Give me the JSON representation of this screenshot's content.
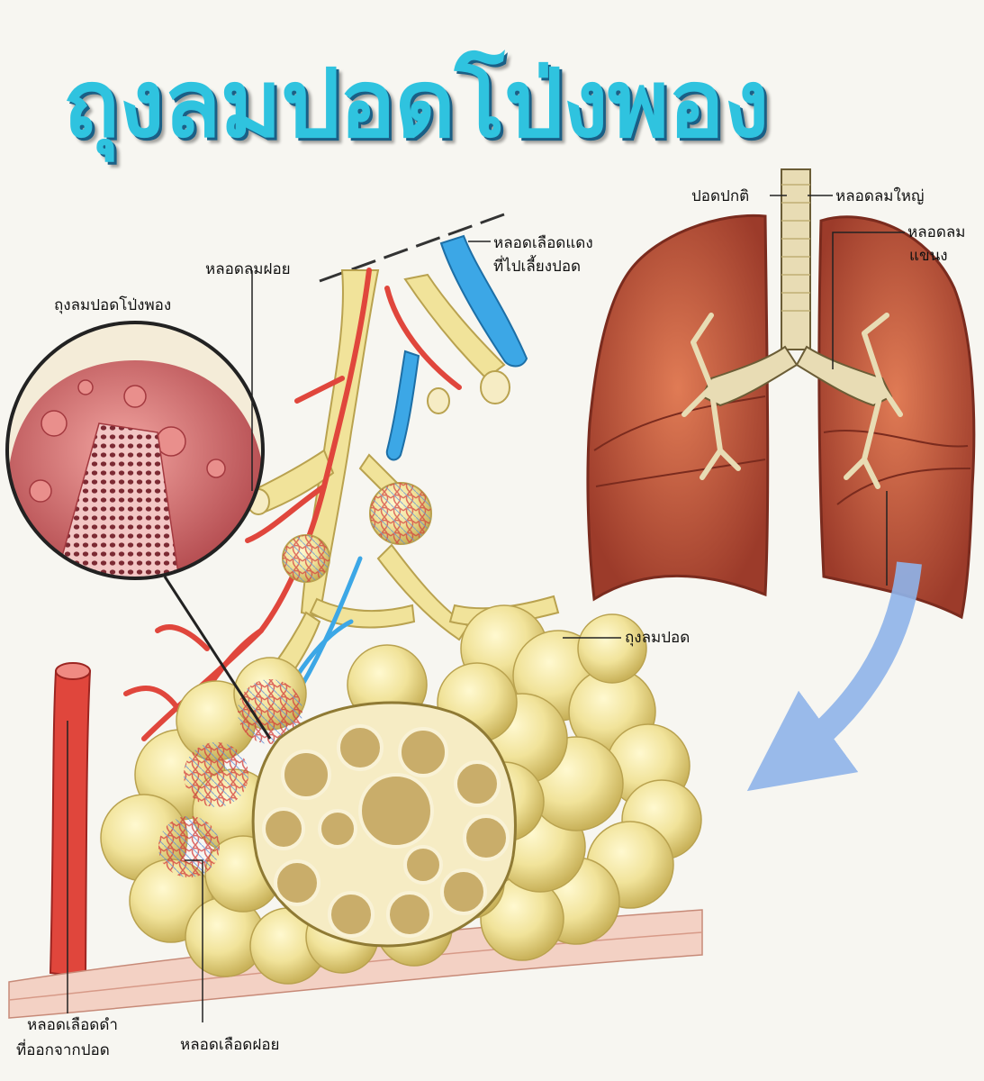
{
  "title": "ถุงลมปอดโป่งพอง",
  "labels": {
    "bronchiole": "หลอดลมฝอย",
    "artery_line1": "หลอดเลือดแดง",
    "artery_line2": "ที่ไปเลี้ยงปอด",
    "emphysema_inset": "ถุงลมปอดโป่งพอง",
    "normal_lung": "ปอดปกติ",
    "trachea": "หลอดลมใหญ่",
    "bronchus_line1": "หลอดลม",
    "bronchus_line2": "แขนง",
    "alveoli": "ถุงลมปอด",
    "vein_line1": "หลอดเลือดดำ",
    "vein_line2": "ที่ออกจากปอด",
    "capillary": "หลอดเลือดฝอย"
  },
  "colors": {
    "title": "#2fc3df",
    "artery": "#e0463c",
    "vein": "#3ca7e6",
    "airway": "#f1e39a",
    "lung": "#c9553a",
    "arrow": "#8fb4ea"
  }
}
